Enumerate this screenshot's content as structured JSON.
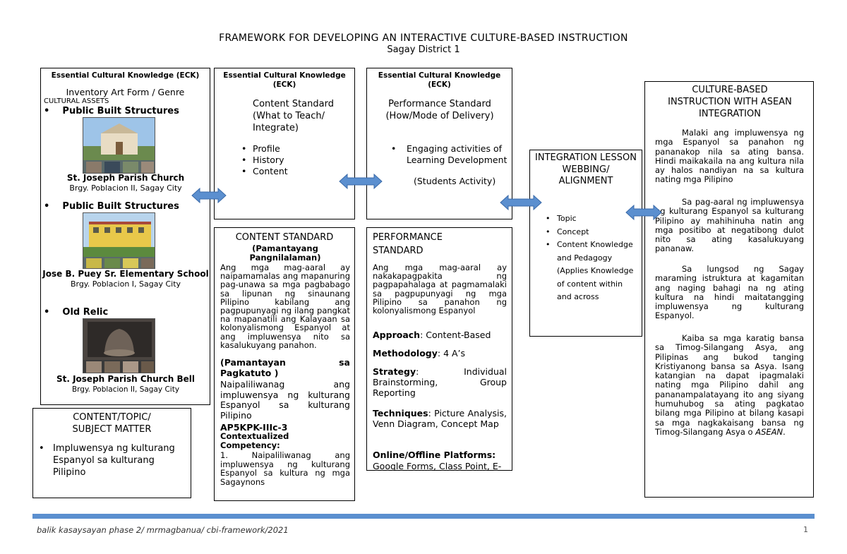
{
  "header": {
    "title": "FRAMEWORK FOR DEVELOPING AN INTERACTIVE CULTURE-BASED INSTRUCTION",
    "subtitle": "Sagay District 1"
  },
  "col1": {
    "eck_title": "Essential Cultural Knowledge (ECK)",
    "inventory": "Inventory Art Form / Genre",
    "cultural_assets": "CULTURAL ASSETS",
    "items": [
      {
        "heading": "Public Built Structures",
        "name": "St. Joseph Parish Church",
        "location": "Brgy. Poblacion II, Sagay City"
      },
      {
        "heading": "Public Built Structures",
        "name": "Jose B. Puey Sr. Elementary School",
        "location": "Brgy. Poblacion I, Sagay City"
      },
      {
        "heading": "Old Relic",
        "name": "St. Joseph Parish Church Bell",
        "location": "Brgy. Poblacion II, Sagay City"
      }
    ]
  },
  "topic": {
    "title_line1": "CONTENT/TOPIC/",
    "title_line2": "SUBJECT MATTER",
    "item": "Impluwensya ng kulturang Espanyol sa kulturang Pilipino"
  },
  "col2": {
    "eck_title": "Essential Cultural Knowledge (ECK)",
    "heading": "Content Standard (What to Teach/ Integrate)",
    "items": [
      "Profile",
      "History",
      "Content"
    ]
  },
  "col3": {
    "eck_title": "Essential Cultural Knowledge (ECK)",
    "heading": "Performance Standard (How/Mode of Delivery)",
    "item": "Engaging activities of Learning Development",
    "note": "(Students Activity)"
  },
  "content_standard": {
    "title": "CONTENT STANDARD",
    "subtitle": "(Pamantayang Pangnilalaman)",
    "body": "Ang mga mag-aaral ay naipamamalas ang mapanuring pag-unawa sa mga pagbabago sa lipunan ng sinaunang Pilipino kabilang ang pagpupunyagi ng ilang pangkat na mapanatili ang Kalayaan sa kolonyalismong Espanyol at ang impluwensya nito sa kasalukuyang panahon.",
    "pagkatuto_label": "(Pamantayan sa Pagkatuto )",
    "pagkatuto_body": "Naipaliliwanag ang impluwensya ng kulturang Espanyol sa kulturang Pilipino",
    "code": "AP5KPK-IIIc-3",
    "competency_label": "Contextualized Competency:",
    "competency_body": "1. Naipaliliwanag ang impluwensya ng kulturang Espanyol sa kultura ng mga Sagaynons"
  },
  "performance_standard": {
    "title": "PERFORMANCE STANDARD",
    "body": "Ang mga mag-aaral ay nakakapagpakita ng pagpapahalaga at pagmamalaki sa pagpupunyagi ng mga Pilipino sa panahon ng kolonyalismong Espanyol",
    "approach_label": "Approach",
    "approach": ": Content-Based",
    "methodology_label": "Methodology",
    "methodology": ": 4 A’s",
    "strategy_label": "Strategy",
    "strategy": ": Individual Brainstorming, Group Reporting",
    "techniques_label": "Techniques",
    "techniques": ": Picture Analysis, Venn Diagram, Concept Map",
    "platforms_label": "Online/Offline Platforms:",
    "platforms": "Google Forms, Class Point, E-"
  },
  "integration": {
    "title": "INTEGRATION LESSON WEBBING/ ALIGNMENT",
    "items": [
      "Topic",
      "Concept",
      "Content Knowledge and Pedagogy (Applies Knowledge of content within and across"
    ]
  },
  "asean": {
    "title": "CULTURE-BASED INSTRUCTION WITH ASEAN INTEGRATION",
    "p1": "Malaki ang impluwensya ng mga Espanyol sa panahon ng pananakop nila sa ating bansa. Hindi maikakaila na ang kultura nila ay halos nandiyan na sa kultura nating mga Pilipino",
    "p2": "Sa pag-aaral ng impluwensya ng kulturang Espanyol sa kulturang Pilipino ay mahihinuha natin ang mga positibo at negatibong dulot nito sa ating kasalukuyang pananaw.",
    "p3": "Sa lungsod ng Sagay maraming istruktura at kagamitan ang naging bahagi na ng ating kultura na hindi maitatangging impluwensya ng kulturang Espanyol.",
    "p4": "Kaiba sa mga karatig bansa sa Timog-Silangang Asya, ang Pilipinas ang bukod tanging Kristiyanong bansa sa Asya. Isang katangian na dapat ipagmalaki nating mga Pilipino dahil ang pananampalatayang ito ang siyang humuhubog sa ating pagkatao bilang mga Pilipino at bilang kasapi sa mga nagkakaisang bansa ng Timog-Silangang Asya o",
    "p4_em": "ASEAN",
    "p4_end": "."
  },
  "footer": {
    "text": "balik kasaysayan phase 2/ mrmagbanua/ cbi-framework/2021",
    "page": "1"
  },
  "colors": {
    "arrow": "#5b8fcf",
    "footer_bar": "#5b8fcf"
  }
}
